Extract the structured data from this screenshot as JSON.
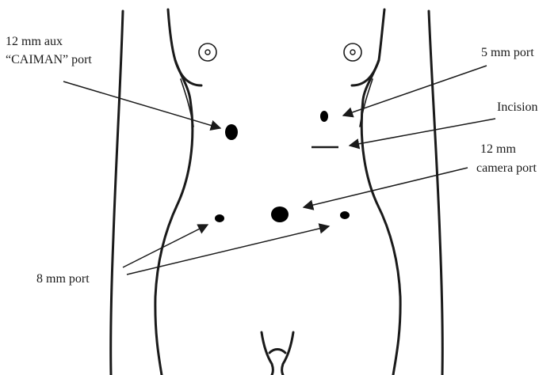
{
  "labels": {
    "aux_port_line1": "12 mm aux",
    "aux_port_line2": "“CAIMAN” port",
    "five_mm_port": "5 mm port",
    "incision": "Incision",
    "camera_port_line1": "12 mm",
    "camera_port_line2": "camera port",
    "eight_mm_port": "8 mm port"
  },
  "colors": {
    "ink": "#1a1a1a",
    "port_fill": "#000000",
    "background": "#ffffff"
  }
}
